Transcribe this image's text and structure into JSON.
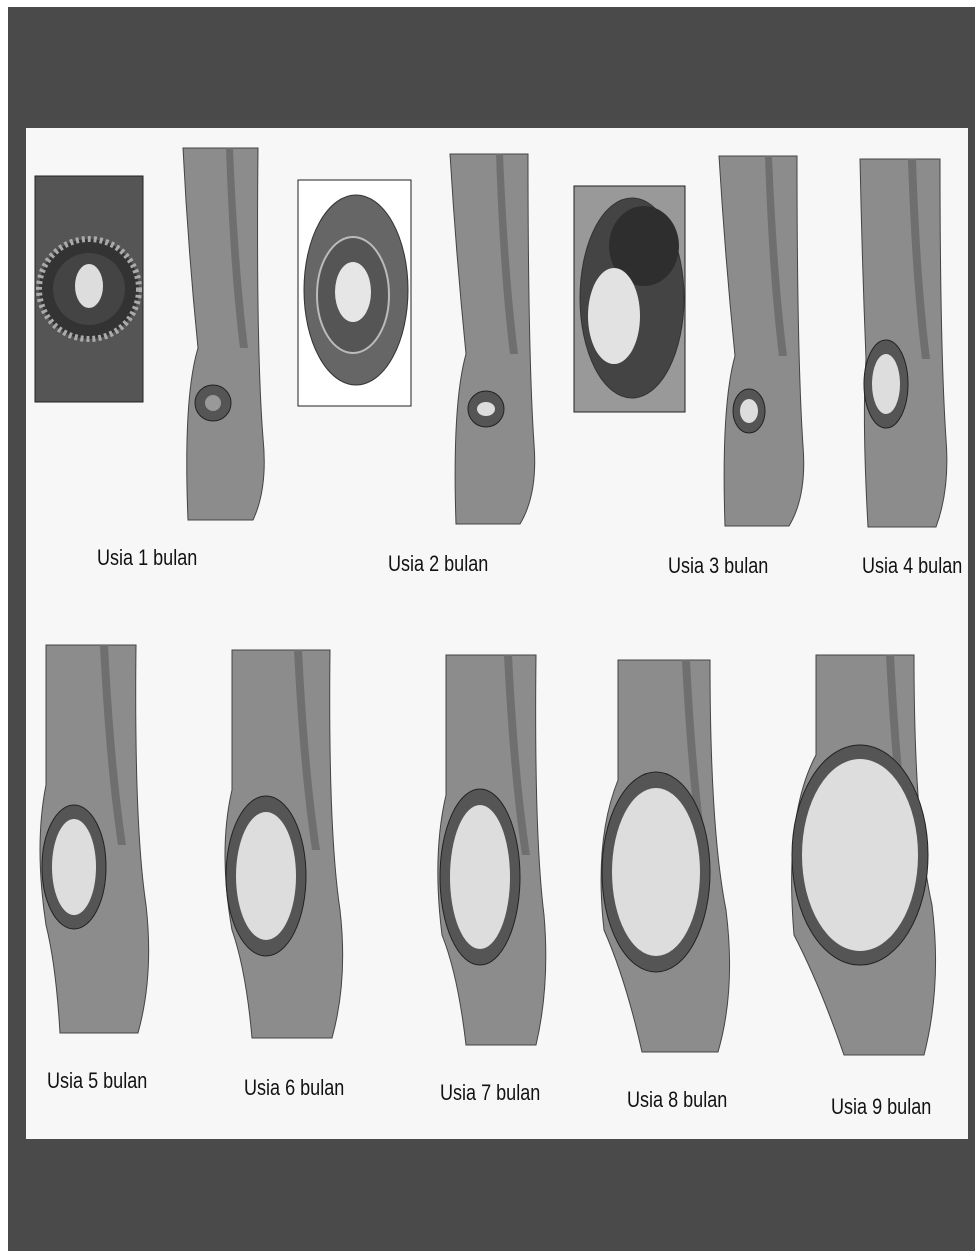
{
  "stages": [
    {
      "id": 1,
      "label": "Usia 1 bulan",
      "has_inset": true
    },
    {
      "id": 2,
      "label": "Usia 2 bulan",
      "has_inset": true
    },
    {
      "id": 3,
      "label": "Usia 3 bulan",
      "has_inset": true
    },
    {
      "id": 4,
      "label": "Usia 4 bulan",
      "has_inset": false
    },
    {
      "id": 5,
      "label": "Usia 5 bulan",
      "has_inset": false
    },
    {
      "id": 6,
      "label": "Usia 6 bulan",
      "has_inset": false
    },
    {
      "id": 7,
      "label": "Usia 7 bulan",
      "has_inset": false
    },
    {
      "id": 8,
      "label": "Usia 8 bulan",
      "has_inset": false
    },
    {
      "id": 9,
      "label": "Usia 9 bulan",
      "has_inset": false
    }
  ],
  "colors": {
    "frame": "#4a4a4a",
    "sheet": "#f7f7f7",
    "body": "#8c8c8c",
    "body_dark": "#5a5a5a",
    "spine": "#6f6f6f",
    "uterus": "#3a3a3a",
    "fetus": "#e8e8e8"
  }
}
